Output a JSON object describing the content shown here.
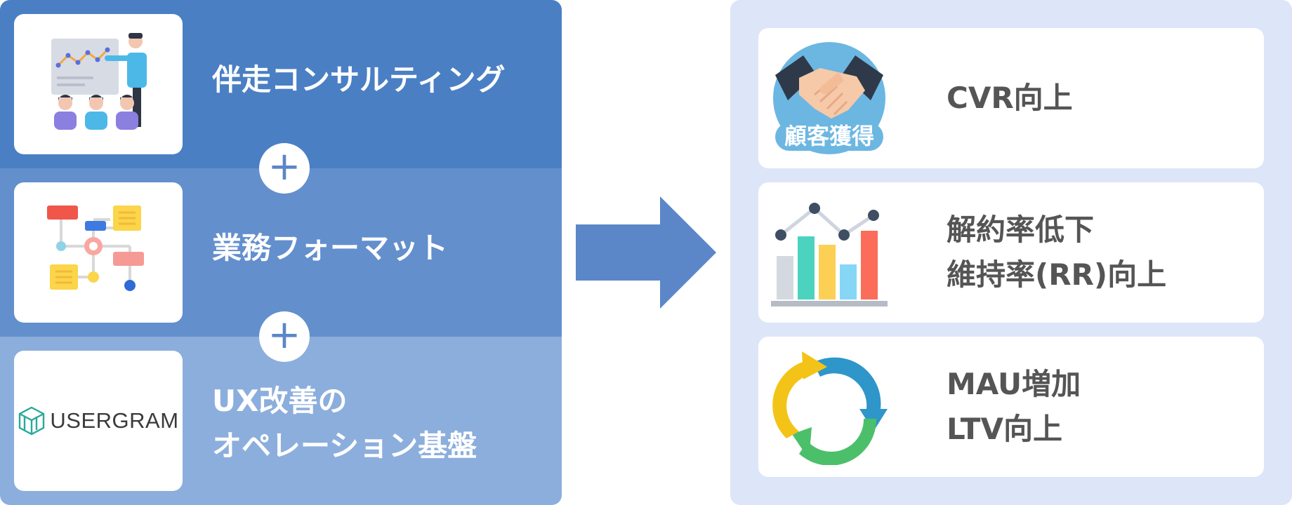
{
  "left": {
    "items": [
      {
        "label": "伴走コンサルティング",
        "icon": "presentation-team-icon"
      },
      {
        "label": "業務フォーマット",
        "icon": "workflow-chart-icon"
      },
      {
        "label_lines": [
          "UX改善の",
          "オペレーション基盤"
        ],
        "icon": "usergram-logo",
        "logo_text": "USERGRAM"
      }
    ],
    "plus_symbol": "+",
    "band_colors": [
      "#4a7fc4",
      "#638fcd",
      "#8caedd"
    ]
  },
  "arrow": {
    "icon": "right-arrow-icon",
    "color": "#5b87c8"
  },
  "right": {
    "items": [
      {
        "lines": [
          "CVR向上"
        ],
        "icon": "handshake-icon",
        "badge": "顧客獲得"
      },
      {
        "lines": [
          "解約率低下",
          "維持率(RR)向上"
        ],
        "icon": "bar-line-chart-icon"
      },
      {
        "lines": [
          "MAU増加",
          "LTV向上"
        ],
        "icon": "cycle-arrows-icon"
      }
    ],
    "panel_color": "#dce6f8"
  }
}
